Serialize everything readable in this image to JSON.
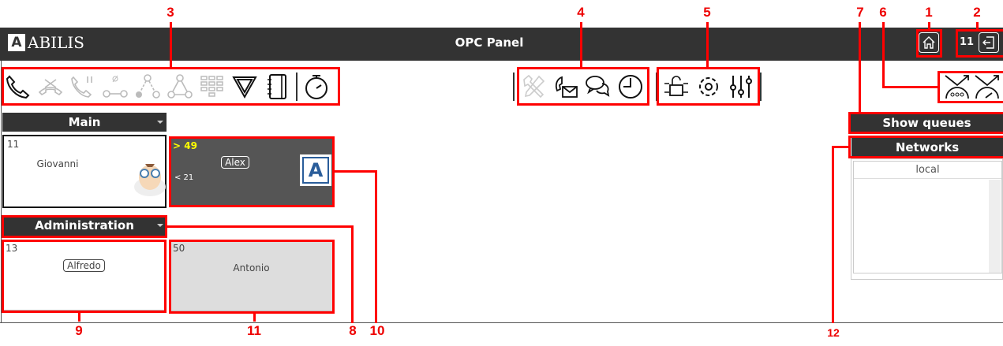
{
  "header": {
    "logo": "ABILIS",
    "logo_letter": "A",
    "title": "OPC Panel",
    "extension": "11"
  },
  "toolbar": {
    "left_icons": [
      "phone-icon",
      "hangup-icon",
      "hold-icon",
      "park-icon",
      "transfer-icon",
      "conference-icon",
      "keypad-icon",
      "filter-icon",
      "phonebook-icon",
      "stopwatch-icon"
    ],
    "center_icons": [
      "tools-icon",
      "voicemail-icon",
      "chat-icon",
      "clock-icon"
    ],
    "right_icons": [
      "unlock-icon",
      "settings-icon",
      "sliders-icon"
    ],
    "queue_icons": [
      "queue-waiting-icon",
      "queue-stats-icon"
    ]
  },
  "groups": [
    {
      "name": "Main",
      "cards": [
        {
          "number": "11",
          "name": "Giovanni"
        },
        {
          "number": "> 49",
          "sub": "< 21",
          "name": "Alex"
        }
      ]
    },
    {
      "name": "Administration",
      "cards": [
        {
          "number": "13",
          "name": "Alfredo"
        },
        {
          "number": "50",
          "name": "Antonio"
        }
      ]
    }
  ],
  "side": {
    "show_queues": "Show queues",
    "networks": "Networks",
    "network_items": [
      "local"
    ]
  },
  "annotations": [
    "1",
    "2",
    "3",
    "4",
    "5",
    "6",
    "7",
    "8",
    "9",
    "10",
    "11",
    "12"
  ],
  "colors": {
    "header": "#333333",
    "annotation": "#ff0000",
    "busy_card": "#555555",
    "idle_card": "#dddddd",
    "highlight": "#ffff00"
  }
}
